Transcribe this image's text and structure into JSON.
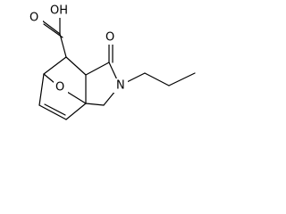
{
  "atoms": {
    "carboxyl_hydroxyl": "OH",
    "carbonyl_oxygen": "O",
    "ring_nitrogen": "N",
    "bridge_oxygen": "O"
  },
  "colors": {
    "bond": "#000000",
    "text": "#000000",
    "background": "#ffffff"
  }
}
